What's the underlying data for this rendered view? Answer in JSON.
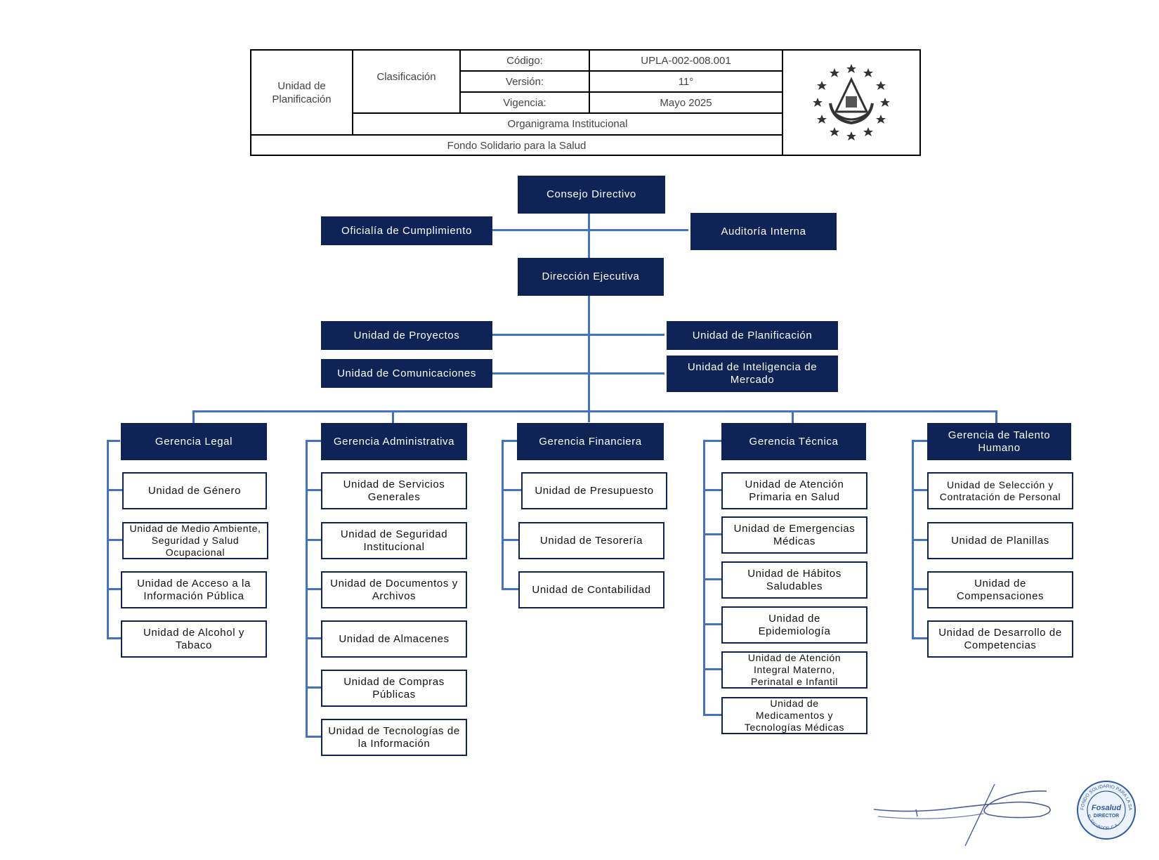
{
  "header": {
    "unit": "Unidad de Planificación",
    "classification": "Clasificación",
    "code_label": "Código:",
    "code_value": "UPLA-002-008.001",
    "version_label": "Versión:",
    "version_value": "11°",
    "validity_label": "Vigencia:",
    "validity_value": "Mayo 2025",
    "document_title": "Organigrama Institucional",
    "institution": "Fondo Solidario para la Salud"
  },
  "org": {
    "consejo": "Consejo Directivo",
    "oficialia": "Oficialía de Cumplimiento",
    "auditoria": "Auditoría Interna",
    "direccion": "Dirección Ejecutiva",
    "proyectos": "Unidad de Proyectos",
    "comunicaciones": "Unidad de Comunicaciones",
    "planificacion": "Unidad de Planificación",
    "inteligencia": "Unidad de Inteligencia de Mercado",
    "gerencias": [
      {
        "name": "Gerencia Legal",
        "units": [
          "Unidad de Género",
          "Unidad de Medio Ambiente, Seguridad y Salud Ocupacional",
          "Unidad de Acceso a la Información Pública",
          "Unidad de Alcohol y Tabaco"
        ]
      },
      {
        "name": "Gerencia Administrativa",
        "units": [
          "Unidad de Servicios Generales",
          "Unidad de Seguridad Institucional",
          "Unidad de Documentos y Archivos",
          "Unidad de Almacenes",
          "Unidad de Compras Públicas",
          "Unidad de Tecnologías de la Información"
        ]
      },
      {
        "name": "Gerencia Financiera",
        "units": [
          "Unidad de Presupuesto",
          "Unidad de Tesorería",
          "Unidad de Contabilidad"
        ]
      },
      {
        "name": "Gerencia Técnica",
        "units": [
          "Unidad de Atención Primaria en Salud",
          "Unidad de Emergencias Médicas",
          "Unidad de Hábitos Saludables",
          "Unidad de Epidemiología",
          "Unidad de Atención Integral Materno, Perinatal e Infantil",
          "Unidad de Medicamentos y Tecnologías Médicas"
        ]
      },
      {
        "name": "Gerencia de Talento Humano",
        "units": [
          "Unidad de Selección y Contratación de Personal",
          "Unidad de Planillas",
          "Unidad de Compensaciones",
          "Unidad de Desarrollo de Competencias"
        ]
      }
    ]
  },
  "seal": {
    "ring_text": "FONDO SOLIDARIO PARA LA SALUD",
    "brand": "Fosalud",
    "role": "DIRECTOR",
    "country": "EL SALVADOR, C.A."
  },
  "colors": {
    "box_fill": "#0f2356",
    "connector": "#4472c4",
    "seal": "#2b5ca8"
  },
  "icons": [
    "coat-of-arms-icon",
    "signature-icon",
    "seal-icon"
  ]
}
